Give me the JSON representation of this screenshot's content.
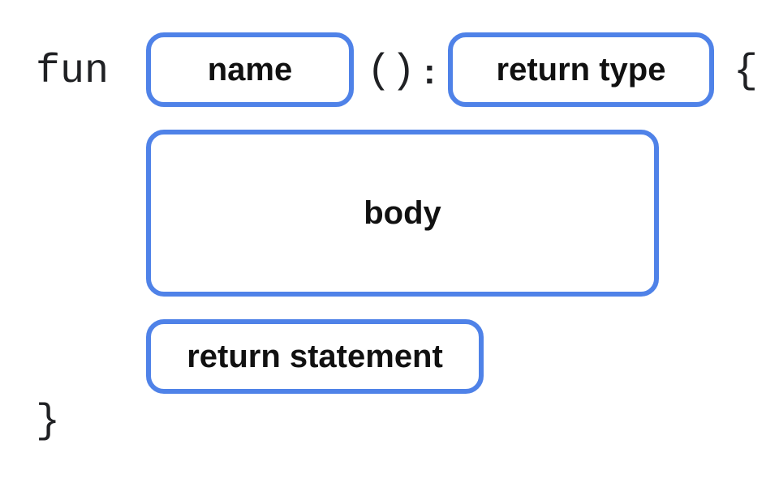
{
  "keyword_fun": "fun",
  "parens": "()",
  "colon": ":",
  "open_brace": "{",
  "close_brace": "}",
  "boxes": {
    "name": "name",
    "return_type": "return type",
    "body": "body",
    "return_statement": "return statement"
  },
  "colors": {
    "box_border": "#4f82e8",
    "text": "#111111",
    "code_text": "#202124"
  }
}
